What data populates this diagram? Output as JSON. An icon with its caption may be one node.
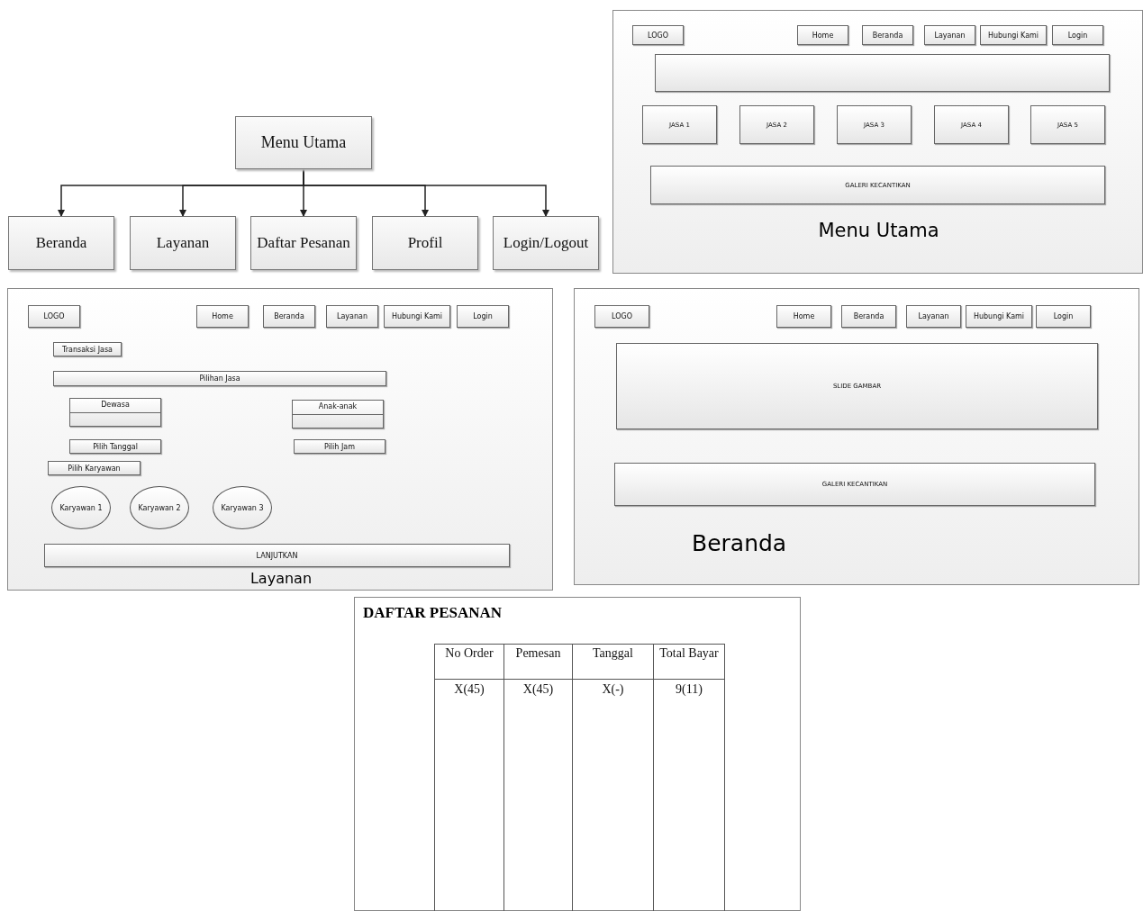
{
  "diagram": {
    "nodes": [
      {
        "text": [
          "Menu Utama"
        ]
      },
      {
        "text": [
          "Beranda"
        ]
      },
      {
        "text": [
          "Layanan"
        ]
      },
      {
        "text": [
          "Daftar Pesanan"
        ]
      },
      {
        "text": [
          "Profil"
        ]
      },
      {
        "text": [
          "Login/Logout"
        ]
      },
      {
        "text": [
          "Menu Utama"
        ]
      },
      {
        "text": [
          "LOGO"
        ],
        "in": 6
      },
      {
        "text": [
          "Home"
        ],
        "in": 6
      },
      {
        "text": [
          "Beranda"
        ],
        "in": 6
      },
      {
        "text": [
          "Layanan"
        ],
        "in": 6
      },
      {
        "text": [
          "Hubungi Kami"
        ],
        "in": 6
      },
      {
        "text": [
          "Login"
        ],
        "in": 6
      },
      {
        "text": [],
        "shape": "box",
        "in": 6
      },
      {
        "text": [
          "JASA 1"
        ],
        "in": 6
      },
      {
        "text": [
          "JASA 2"
        ],
        "in": 6
      },
      {
        "text": [
          "JASA 3"
        ],
        "in": 6
      },
      {
        "text": [
          "JASA 4"
        ],
        "in": 6
      },
      {
        "text": [
          "JASA 5"
        ],
        "in": 6
      },
      {
        "text": [
          "GALERI KECANTIKAN"
        ],
        "in": 6
      },
      {
        "text": [
          "Layanan"
        ]
      },
      {
        "text": [
          "LOGO"
        ],
        "in": 20
      },
      {
        "text": [
          "Home"
        ],
        "in": 20
      },
      {
        "text": [
          "Beranda"
        ],
        "in": 20
      },
      {
        "text": [
          "Layanan"
        ],
        "in": 20
      },
      {
        "text": [
          "Hubungi Kami"
        ],
        "in": 20
      },
      {
        "text": [
          "Login"
        ],
        "in": 20
      },
      {
        "text": [
          "Transaksi Jasa"
        ],
        "in": 20
      },
      {
        "text": [
          "Pilihan Jasa"
        ],
        "in": 20
      },
      {
        "text": [
          "Dewasa"
        ],
        "in": 20
      },
      {
        "text": [
          "Anak-anak"
        ],
        "in": 20
      },
      {
        "text": [
          "Pilih Tanggal"
        ],
        "in": 20
      },
      {
        "text": [
          "Pilih Jam"
        ],
        "in": 20
      },
      {
        "text": [
          "Pilih Karyawan"
        ],
        "in": 20
      },
      {
        "text": [
          "Karyawan 1"
        ],
        "in": 20
      },
      {
        "text": [
          "Karyawan 2"
        ],
        "in": 20
      },
      {
        "text": [
          "Karyawan 3"
        ],
        "in": 20
      },
      {
        "text": [
          "LANJUTKAN"
        ],
        "in": 20
      },
      {
        "text": [
          "Beranda"
        ]
      },
      {
        "text": [
          "LOGO"
        ],
        "in": 38
      },
      {
        "text": [
          "Home"
        ],
        "in": 38
      },
      {
        "text": [
          "Beranda"
        ],
        "in": 38
      },
      {
        "text": [
          "Layanan"
        ],
        "in": 38
      },
      {
        "text": [
          "Hubungi Kami"
        ],
        "in": 38
      },
      {
        "text": [
          "Login"
        ],
        "in": 38
      },
      {
        "text": [
          "SLIDE GAMBAR"
        ],
        "in": 38
      },
      {
        "text": [
          "GALERI KECANTIKAN"
        ],
        "in": 38
      },
      {
        "text": [
          "DAFTAR PESANAN"
        ]
      }
    ],
    "edges": [
      {
        "from": 0,
        "to": 1,
        "arrow": "to"
      },
      {
        "from": 0,
        "to": 2,
        "arrow": "to"
      },
      {
        "from": 0,
        "to": 3,
        "arrow": "to"
      },
      {
        "from": 0,
        "to": 4,
        "arrow": "to"
      },
      {
        "from": 0,
        "to": 5,
        "arrow": "to"
      }
    ],
    "labels": [
      "No Order",
      "Pemesan",
      "Tanggal",
      "Total Bayar",
      "X(45)",
      "X(45)",
      "X(-)",
      "9(11)"
    ]
  }
}
